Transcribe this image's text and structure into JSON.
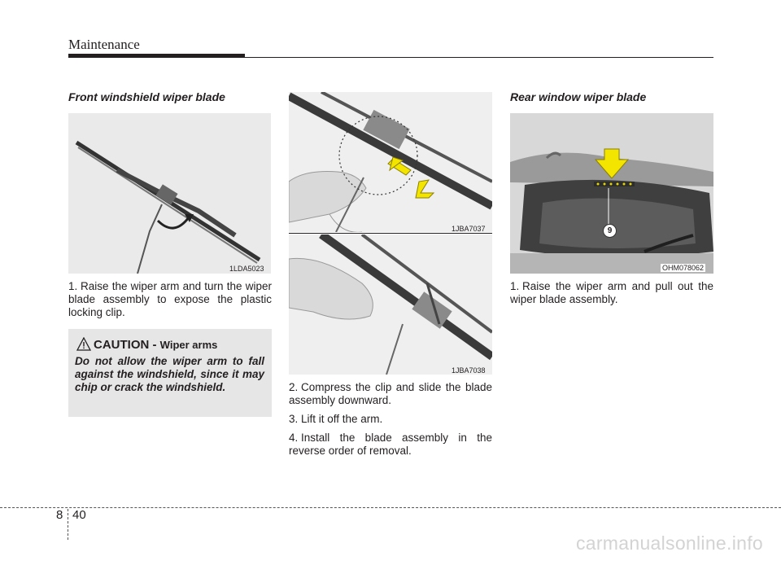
{
  "header": {
    "section_title": "Maintenance"
  },
  "front": {
    "heading": "Front windshield wiper blade",
    "figure_code": "1LDA5023",
    "step1_num": "1.",
    "step1_text": "Raise the wiper arm and turn the wiper blade assembly to expose the plastic locking clip."
  },
  "caution": {
    "title": "CAUTION -",
    "subtitle": "Wiper arms",
    "text": "Do not allow the wiper arm to fall against the windshield, since it may chip or crack the windshield."
  },
  "middle": {
    "figure1_code": "1JBA7037",
    "figure2_code": "1JBA7038",
    "steps": [
      {
        "num": "2.",
        "text": "Compress the clip and slide the blade assembly downward."
      },
      {
        "num": "3.",
        "text": "Lift it off the arm."
      },
      {
        "num": "4.",
        "text": "Install the blade assembly in the reverse order of removal."
      }
    ]
  },
  "rear": {
    "heading": "Rear window wiper blade",
    "figure_code": "OHM078062",
    "callout": "9",
    "step1_num": "1.",
    "step1_text": "Raise the wiper arm and pull out the wiper blade assembly."
  },
  "footer": {
    "chapter": "8",
    "page": "40",
    "watermark": "carmanualsonline.info"
  },
  "colors": {
    "arrow_yellow": "#f3e500",
    "text": "#231f20",
    "caution_bg": "#e6e6e6"
  }
}
